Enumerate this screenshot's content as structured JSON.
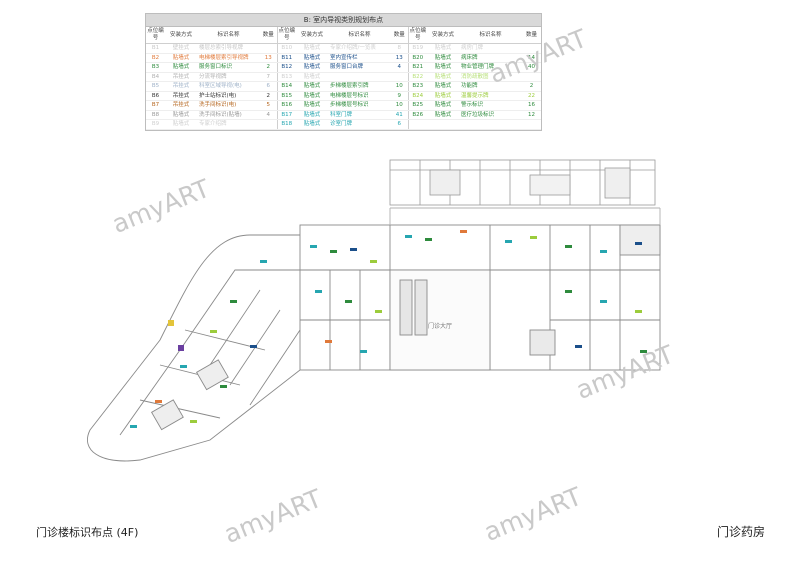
{
  "legend": {
    "title": "B: 室内导视类别规划布点",
    "headers": [
      "点位编号",
      "安装方式",
      "标识名称",
      "数量"
    ],
    "columns": [
      [
        {
          "id": "B1",
          "mount": "壁挂式",
          "name": "楼层总索引导视牌",
          "qty": "",
          "color": "#c8c8c8"
        },
        {
          "id": "B2",
          "mount": "贴墙式",
          "name": "电梯楼层索引导视牌",
          "qty": "13",
          "color": "#e0793a"
        },
        {
          "id": "B3",
          "mount": "贴墙式",
          "name": "服务窗口标识",
          "qty": "2",
          "color": "#2e8b3d"
        },
        {
          "id": "B4",
          "mount": "吊挂式",
          "name": "分流导视牌",
          "qty": "7",
          "color": "#b0b0b0"
        },
        {
          "id": "B5",
          "mount": "吊挂式",
          "name": "科室区域导视(电)",
          "qty": "6",
          "color": "#9fb2c8"
        },
        {
          "id": "B6",
          "mount": "吊挂式",
          "name": "护士站标识(电)",
          "qty": "2",
          "color": "#333333"
        },
        {
          "id": "B7",
          "mount": "吊挂式",
          "name": "洗手间标识(电)",
          "qty": "5",
          "color": "#b5651d"
        },
        {
          "id": "B8",
          "mount": "贴墙式",
          "name": "洗手间标识(贴墙)",
          "qty": "4",
          "color": "#999999"
        },
        {
          "id": "B9",
          "mount": "贴墙式",
          "name": "专家介绍牌",
          "qty": "",
          "color": "#cfcfcf"
        }
      ],
      [
        {
          "id": "B10",
          "mount": "贴墙式",
          "name": "专家介绍牌/一览表",
          "qty": "8",
          "color": "#cfcfcf"
        },
        {
          "id": "B11",
          "mount": "贴墙式",
          "name": "室内宣传栏",
          "qty": "13",
          "color": "#1b4f8a"
        },
        {
          "id": "B12",
          "mount": "贴墙式",
          "name": "服务窗口台牌",
          "qty": "4",
          "color": "#1b4f8a"
        },
        {
          "id": "B13",
          "mount": "贴墙式",
          "name": "",
          "qty": "",
          "color": "#cfcfcf"
        },
        {
          "id": "B14",
          "mount": "贴墙式",
          "name": "步梯楼层索引牌",
          "qty": "10",
          "color": "#2e8b3d"
        },
        {
          "id": "B15",
          "mount": "贴墙式",
          "name": "电梯楼层号标识",
          "qty": "9",
          "color": "#2e8b3d"
        },
        {
          "id": "B16",
          "mount": "贴墙式",
          "name": "步梯楼层号标识",
          "qty": "10",
          "color": "#2e8b3d"
        },
        {
          "id": "B17",
          "mount": "贴墙式",
          "name": "科室门牌",
          "qty": "41",
          "color": "#26a6b0"
        },
        {
          "id": "B18",
          "mount": "贴墙式",
          "name": "诊室门牌",
          "qty": "6",
          "color": "#26a6b0"
        }
      ],
      [
        {
          "id": "B19",
          "mount": "贴墙式",
          "name": "病房门牌",
          "qty": "",
          "color": "#cfcfcf"
        },
        {
          "id": "B20",
          "mount": "贴墙式",
          "name": "病床牌",
          "qty": "14",
          "color": "#2e8b3d"
        },
        {
          "id": "B21",
          "mount": "贴墙式",
          "name": "物业管理门牌",
          "qty": "40",
          "color": "#2e8b3d"
        },
        {
          "id": "B22",
          "mount": "贴墙式",
          "name": "消防疏散图",
          "qty": "",
          "color": "#b8e07a"
        },
        {
          "id": "B23",
          "mount": "贴墙式",
          "name": "功能牌",
          "qty": "2",
          "color": "#2e8b3d"
        },
        {
          "id": "B24",
          "mount": "贴墙式",
          "name": "温馨提示牌",
          "qty": "22",
          "color": "#9ccc3c"
        },
        {
          "id": "B25",
          "mount": "贴墙式",
          "name": "警示标识",
          "qty": "16",
          "color": "#2e8b3d"
        },
        {
          "id": "B26",
          "mount": "贴墙式",
          "name": "医疗垃圾标识",
          "qty": "12",
          "color": "#2e8b3d"
        },
        {
          "id": "",
          "mount": "",
          "name": "",
          "qty": "",
          "color": "#cfcfcf"
        }
      ]
    ]
  },
  "plan": {
    "central_label": "门诊大厅"
  },
  "watermark": "amyART",
  "footer": {
    "left": "门诊楼标识布点 (4F)",
    "right": "门诊药房"
  }
}
